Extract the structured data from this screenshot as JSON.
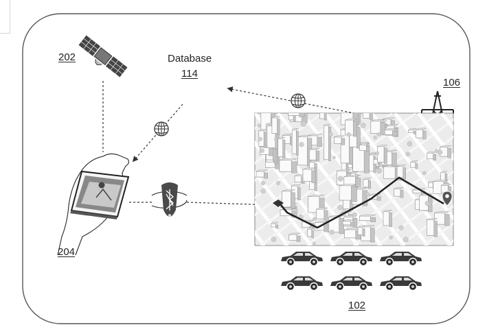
{
  "labels": {
    "satellite": "202",
    "database_title": "Database",
    "database_ref": "114",
    "tower": "106",
    "device": "204",
    "vehicles": "102"
  },
  "icons": {
    "satellite": "satellite-icon",
    "database_link": "globe-icon",
    "device_link": "globe-icon",
    "tower_link": "globe-icon",
    "tower": "power-tower-icon",
    "device": "hand-holding-phone-icon",
    "short_range": "bluetooth-icon",
    "map": "city-map-icon",
    "destination": "location-pin-icon",
    "vehicle": "car-icon"
  },
  "fleet": {
    "rows": 2,
    "cars_per_row": 3
  },
  "colors": {
    "line": "#333333",
    "map_light": "#e8e8e8",
    "map_dark": "#9a9a9a"
  }
}
